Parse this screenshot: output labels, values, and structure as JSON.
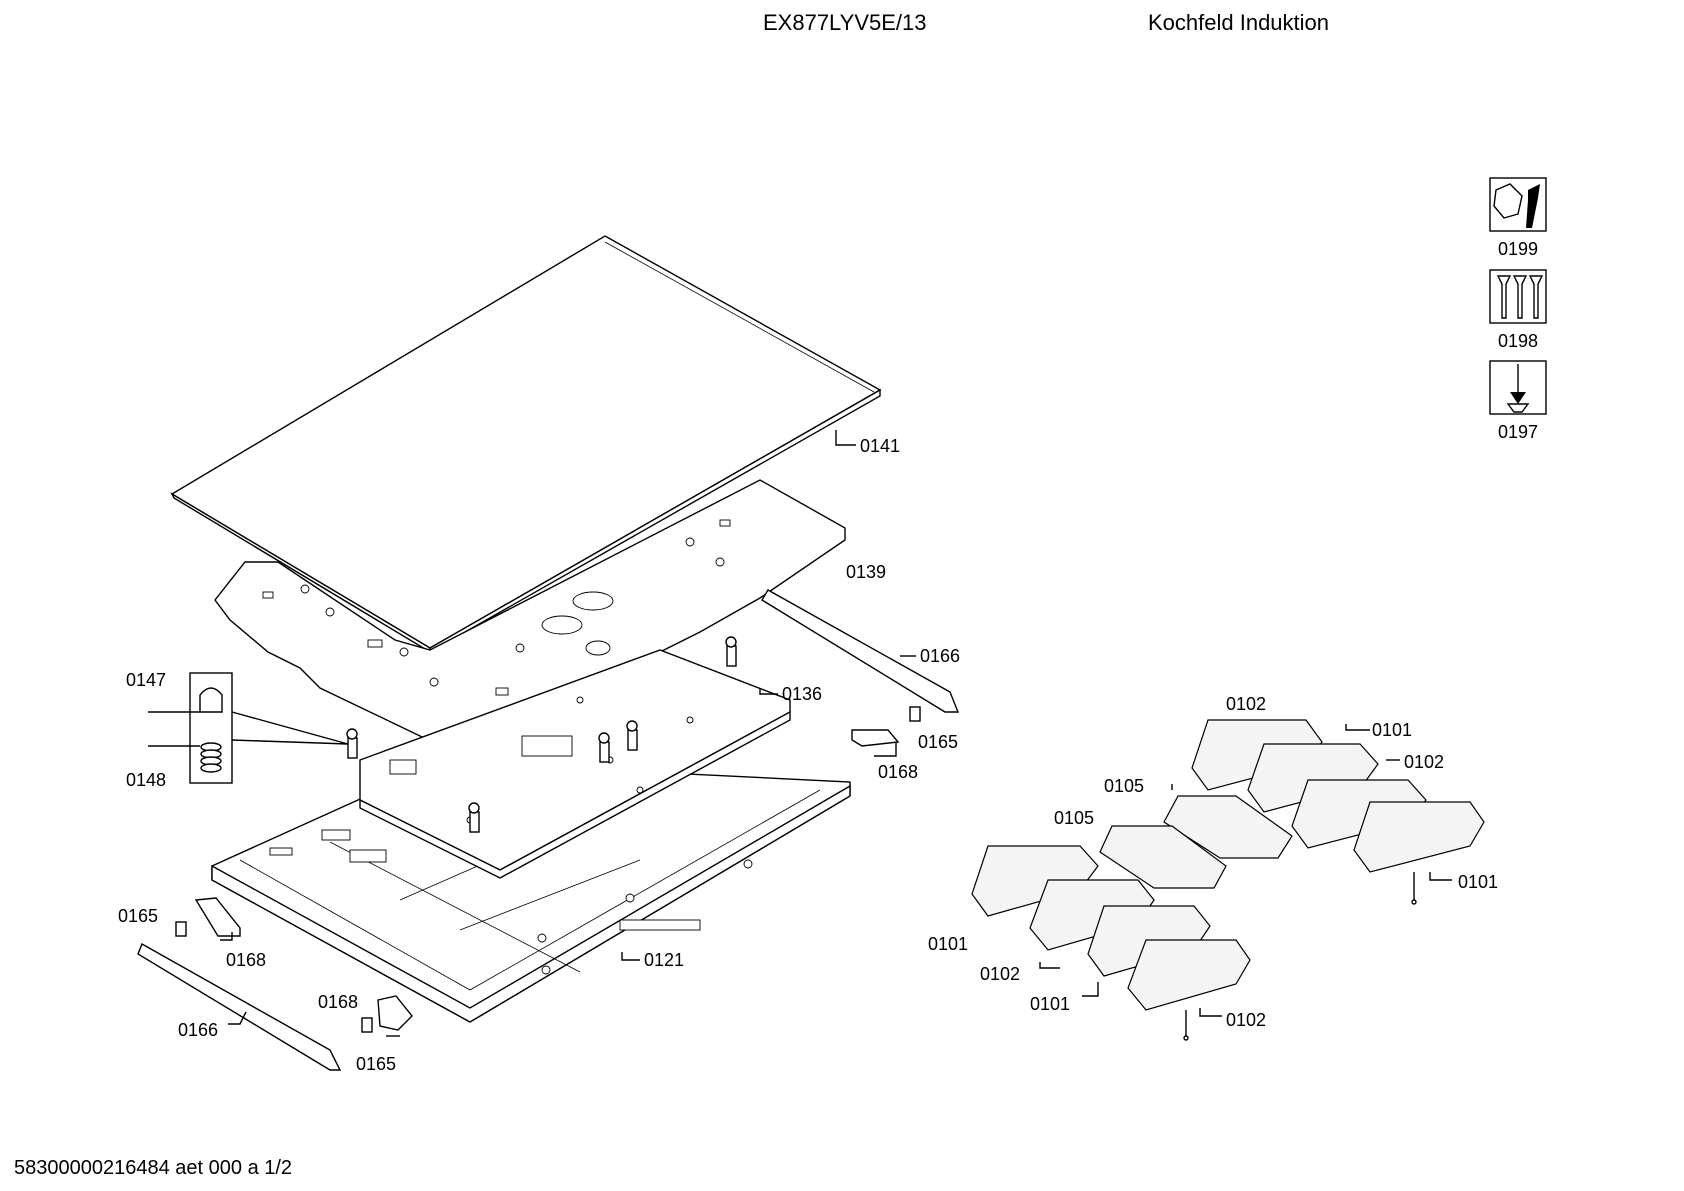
{
  "header": {
    "model": "EX877LYV5E/13",
    "title": "Kochfeld Induktion"
  },
  "footer": {
    "doc_id": "58300000216484 aet 000 a 1/2"
  },
  "tool_icons": [
    {
      "id": "wrench-nut-icon",
      "label": "0199"
    },
    {
      "id": "screws-icon",
      "label": "0198"
    },
    {
      "id": "screwdriver-icon",
      "label": "0197"
    }
  ],
  "part_labels": {
    "p0141": "0141",
    "p0139": "0139",
    "p0166a": "0166",
    "p0136": "0136",
    "p0165a": "0165",
    "p0168a": "0168",
    "p0147": "0147",
    "p0148": "0148",
    "p0165b": "0165",
    "p0168b": "0168",
    "p0121": "0121",
    "p0168c": "0168",
    "p0166b": "0166",
    "p0165c": "0165",
    "p0102a": "0102",
    "p0101a": "0101",
    "p0102b": "0102",
    "p0105a": "0105",
    "p0105b": "0105",
    "p0101b": "0101",
    "p0101c": "0101",
    "p0102c": "0102",
    "p0101d": "0101",
    "p0102d": "0102"
  }
}
